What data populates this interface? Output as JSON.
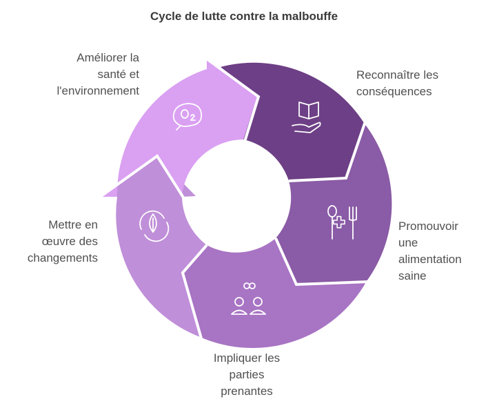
{
  "title": "Cycle de lutte contre la malbouffe",
  "segments": [
    {
      "lines": [
        "Reconnaître les",
        "conséquences"
      ],
      "icon": "hand-book-icon",
      "color": "#6d3f86"
    },
    {
      "lines": [
        "Promouvoir",
        "une",
        "alimentation",
        "saine"
      ],
      "icon": "fork-cross-knife-icon",
      "color": "#8a5ba6"
    },
    {
      "lines": [
        "Impliquer les",
        "parties",
        "prenantes"
      ],
      "icon": "people-icon",
      "color": "#a874c4"
    },
    {
      "lines": [
        "Mettre en",
        "œuvre des",
        "changements"
      ],
      "icon": "leaf-cycle-icon",
      "color": "#c08fd9"
    },
    {
      "lines": [
        "Améliorer la",
        "santé et",
        "l'environnement"
      ],
      "icon": "o2-bubble-icon",
      "color": "#daa0f2"
    }
  ]
}
